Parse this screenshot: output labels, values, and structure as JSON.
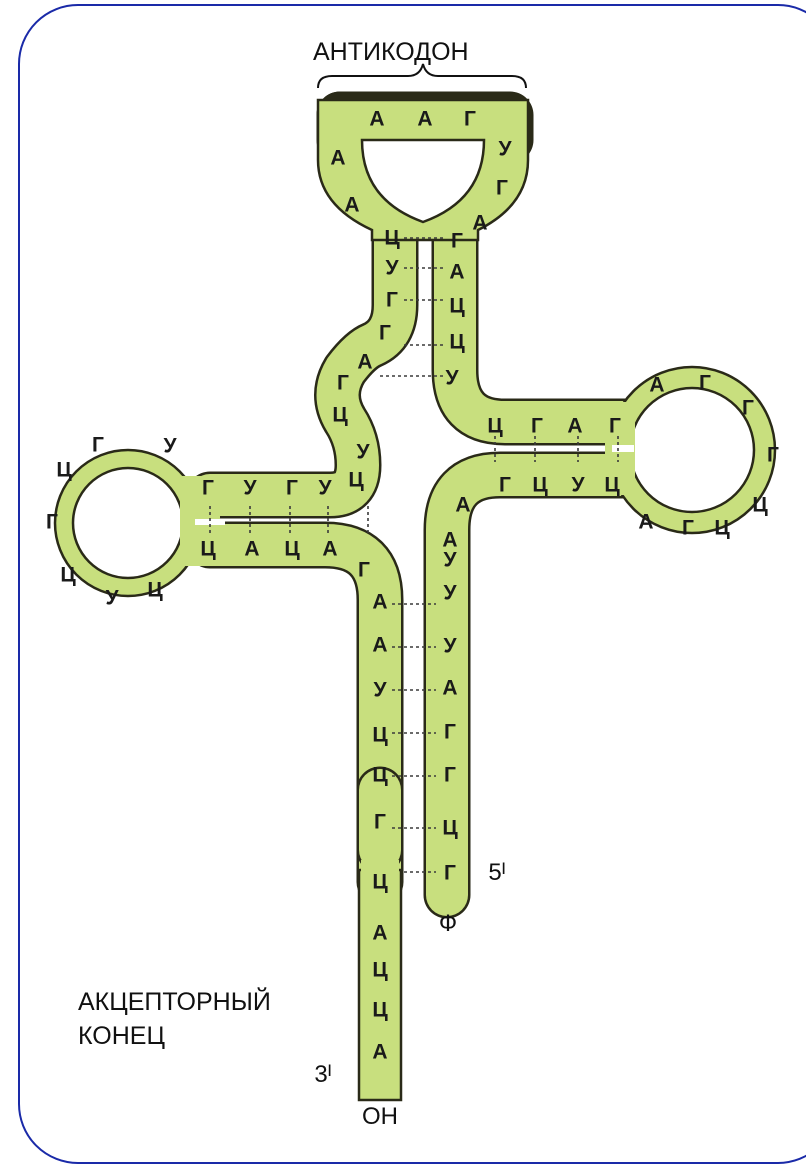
{
  "labels": {
    "anticodon": "АНТИКОДОН",
    "acceptor_line1": "АКЦЕПТОРНЫЙ",
    "acceptor_line2": "КОНЕЦ",
    "end3": "3ᴵ",
    "end5": "5ᴵ",
    "oh": "ОН",
    "phi": "Ф"
  },
  "anticodon_loop": [
    "А",
    "А",
    "Г"
  ],
  "anticodon_left_side": [
    "А",
    "А"
  ],
  "anticodon_right_side": [
    "У",
    "Г",
    "А"
  ],
  "anticodon_stem_left": [
    "Ц",
    "У",
    "Г",
    "Г"
  ],
  "anticodon_stem_right": [
    "Г",
    "А",
    "Ц",
    "Ц",
    "У"
  ],
  "connector_left": [
    "А",
    "Г",
    "Ц",
    "У",
    "Ц"
  ],
  "d_arm_top": [
    "Г",
    "У",
    "Г",
    "У"
  ],
  "d_arm_bottom": [
    "Ц",
    "А",
    "Ц",
    "А"
  ],
  "d_loop": [
    "Ц",
    "Г",
    "У",
    "Г",
    "Ц",
    "У",
    "Ц"
  ],
  "t_arm_top": [
    "Ц",
    "Г",
    "А",
    "Г"
  ],
  "t_arm_bottom": [
    "Г",
    "Ц",
    "У",
    "Ц"
  ],
  "t_loop": [
    "А",
    "Г",
    "Г",
    "Г",
    "Ц",
    "Г",
    "Ц",
    "А"
  ],
  "acceptor_left": [
    "Г",
    "А",
    "А",
    "У",
    "Ц",
    "Ц",
    "Г",
    "Ц",
    "А",
    "Ц",
    "Ц",
    "А"
  ],
  "acceptor_right": [
    "А",
    "А",
    "У",
    "У",
    "У",
    "А",
    "Г",
    "Г",
    "Ц",
    "Г"
  ]
}
